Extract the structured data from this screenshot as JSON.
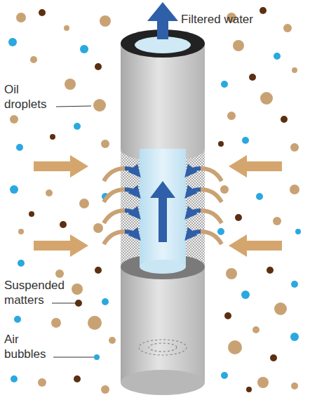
{
  "diagram": {
    "labels": [
      "Filtered water",
      "Oil droplets",
      "Suspended matters",
      "Air bubbles"
    ]
  }
}
